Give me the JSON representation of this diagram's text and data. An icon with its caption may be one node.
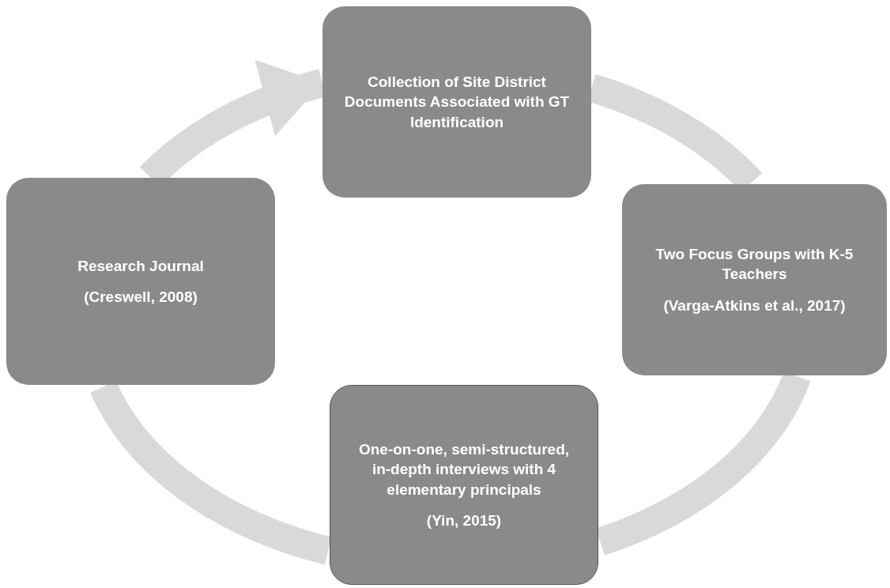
{
  "diagram": {
    "nodes": [
      {
        "text": [
          "Collection of Site District Documents Associated with GT Identification"
        ]
      },
      {
        "text": [
          "Research Journal",
          "(Creswell, 2008)"
        ]
      },
      {
        "text": [
          "Two Focus Groups with K-5 Teachers",
          "(Varga-Atkins et al., 2017)"
        ]
      },
      {
        "text": [
          "One-on-one, semi-structured, in-depth interviews with 4 elementary principals",
          "(Yin, 2015)"
        ]
      }
    ],
    "edges": [
      {
        "from": 0,
        "to": 2,
        "arrow": "none"
      },
      {
        "from": 2,
        "to": 3,
        "arrow": "none"
      },
      {
        "from": 3,
        "to": 1,
        "arrow": "none"
      },
      {
        "from": 1,
        "to": 0,
        "arrow": "to"
      }
    ]
  }
}
